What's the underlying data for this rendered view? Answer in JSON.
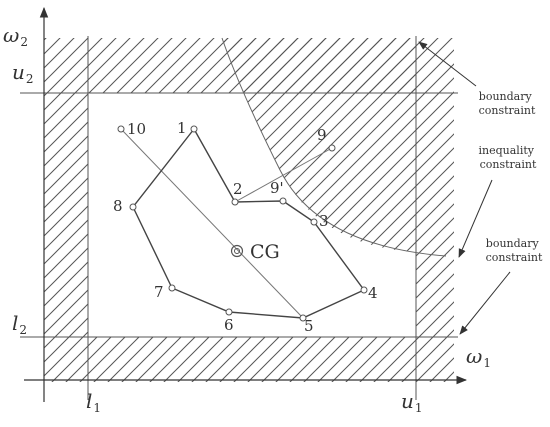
{
  "figure": {
    "axes": {
      "x_symbol": "ω",
      "x_subscript": "1",
      "y_symbol": "ω",
      "y_subscript": "2"
    },
    "bounds": {
      "upper_y": {
        "symbol": "u",
        "subscript": "2"
      },
      "lower_y": {
        "symbol": "l",
        "subscript": "2"
      },
      "lower_x": {
        "symbol": "l",
        "subscript": "1"
      },
      "upper_x": {
        "symbol": "u",
        "subscript": "1"
      }
    },
    "annotations": {
      "boundary_top": [
        "boundary",
        "constraint"
      ],
      "inequality": [
        "inequality",
        "constraint"
      ],
      "boundary_bottom": [
        "boundary",
        "constraint"
      ]
    },
    "centroid_label": "CG",
    "vertices": {
      "v1": "1",
      "v2": "2",
      "v9p": "9'",
      "v3": "3",
      "v4": "4",
      "v5": "5",
      "v6": "6",
      "v7": "7",
      "v8": "8",
      "v9": "9",
      "v10": "10"
    },
    "colors": {
      "hatch": "#555555",
      "line": "#444444",
      "text": "#333333"
    }
  }
}
